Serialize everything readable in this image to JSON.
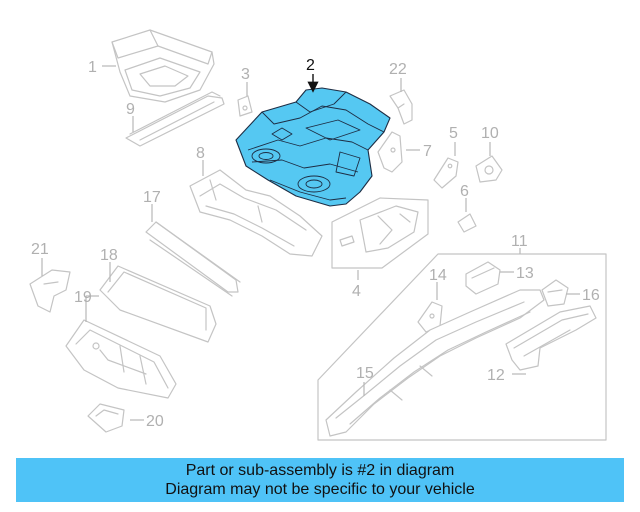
{
  "colors": {
    "highlight_part": "#55c8f2",
    "caption_background": "#4fc3f7",
    "part_lines": "#c4c4c4"
  },
  "callouts": {
    "c1": "1",
    "c2": "2",
    "c3": "3",
    "c4": "4",
    "c5": "5",
    "c6": "6",
    "c7": "7",
    "c8": "8",
    "c9": "9",
    "c10": "10",
    "c11": "11",
    "c12": "12",
    "c13": "13",
    "c14": "14",
    "c15": "15",
    "c16": "16",
    "c17": "17",
    "c18": "18",
    "c19": "19",
    "c20": "20",
    "c21": "21",
    "c22": "22"
  },
  "highlighted_part": "2",
  "caption": {
    "line1": "Part or sub-assembly is #2 in diagram",
    "line2": "Diagram may not be specific to your vehicle"
  }
}
